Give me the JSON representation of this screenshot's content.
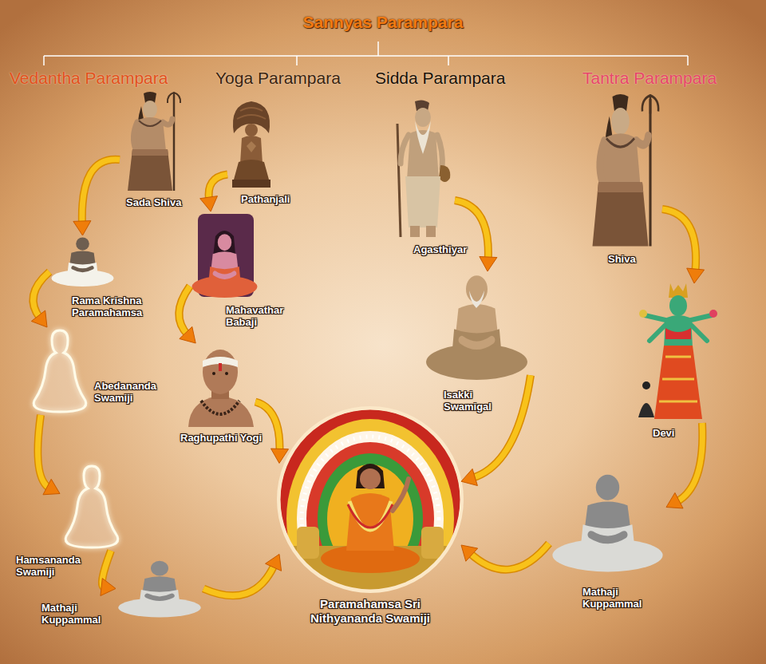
{
  "diagram": {
    "title": "Sannyas Parampara",
    "nodes": [
      {
        "text": [
          "Sada Shiva"
        ]
      },
      {
        "text": [
          "Rama Krishna Paramahamsa"
        ]
      },
      {
        "text": [
          "Abedananda Swamiji"
        ]
      },
      {
        "text": [
          "Hamsananda Swamiji"
        ]
      },
      {
        "text": [
          "Mathaji Kuppammal"
        ]
      },
      {
        "text": [
          "Pathanjali"
        ]
      },
      {
        "text": [
          "Mahavathar Babaji"
        ]
      },
      {
        "text": [
          "Raghupathi Yogi"
        ]
      },
      {
        "text": [
          "Agasthiyar"
        ]
      },
      {
        "text": [
          "Isakki Swamigal"
        ]
      },
      {
        "text": [
          "Shiva"
        ]
      },
      {
        "text": [
          "Devi"
        ]
      },
      {
        "text": [
          "Mathaji Kuppammal"
        ]
      },
      {
        "text": [
          "Paramahamsa Sri Nithyananda Swamiji"
        ]
      }
    ],
    "edges": [
      {
        "from": 0,
        "to": 1,
        "arrow": "to"
      },
      {
        "from": 1,
        "to": 2,
        "arrow": "to"
      },
      {
        "from": 2,
        "to": 3,
        "arrow": "to"
      },
      {
        "from": 3,
        "to": 4,
        "arrow": "to"
      },
      {
        "from": 4,
        "to": 13,
        "arrow": "to"
      },
      {
        "from": 5,
        "to": 6,
        "arrow": "to"
      },
      {
        "from": 6,
        "to": 7,
        "arrow": "to"
      },
      {
        "from": 7,
        "to": 13,
        "arrow": "to"
      },
      {
        "from": 8,
        "to": 9,
        "arrow": "to"
      },
      {
        "from": 9,
        "to": 13,
        "arrow": "to"
      },
      {
        "from": 10,
        "to": 11,
        "arrow": "to"
      },
      {
        "from": 11,
        "to": 12,
        "arrow": "to"
      },
      {
        "from": 12,
        "to": 13,
        "arrow": "to"
      }
    ],
    "labels": [
      "Vedantha Parampara",
      "Yoga Parampara",
      "Sidda Parampara",
      "Tantra Parampara"
    ]
  }
}
